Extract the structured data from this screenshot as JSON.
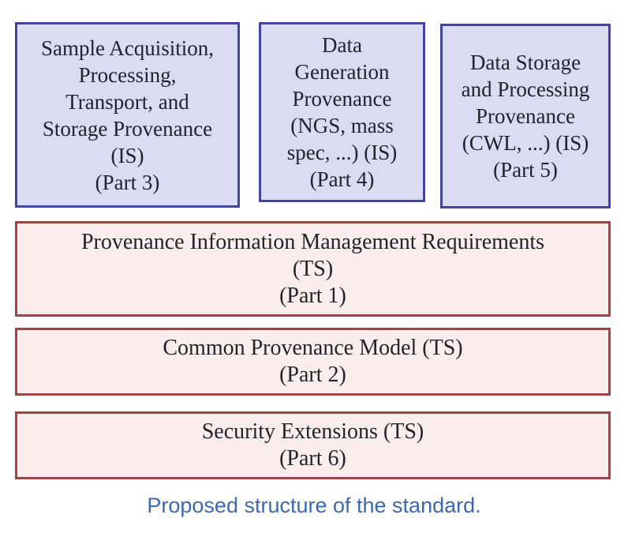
{
  "diagram": {
    "top_boxes": [
      {
        "id": "part-3",
        "text": "Sample Acquisition,\nProcessing,\nTransport, and\nStorage Provenance\n(IS)\n(Part 3)"
      },
      {
        "id": "part-4",
        "text": "Data\nGeneration\nProvenance\n(NGS, mass\nspec, ...) (IS)\n(Part 4)"
      },
      {
        "id": "part-5",
        "text": "Data Storage\nand Processing\nProvenance\n(CWL, ...) (IS)\n(Part 5)"
      }
    ],
    "wide_boxes": [
      {
        "id": "part-1",
        "text": "Provenance Information Management Requirements\n(TS)\n(Part 1)"
      },
      {
        "id": "part-2",
        "text": "Common Provenance Model (TS)\n(Part 2)"
      },
      {
        "id": "part-6",
        "text": "Security Extensions (TS)\n(Part 6)"
      }
    ],
    "caption": "Proposed structure of the standard."
  },
  "colors": {
    "blue_box_fill": "#dadcf4",
    "blue_box_border": "#4444a2",
    "red_box_fill": "#faeeed",
    "red_box_border": "#9e4545",
    "box_text": "#23232b",
    "caption_text": "#3e68ae"
  }
}
